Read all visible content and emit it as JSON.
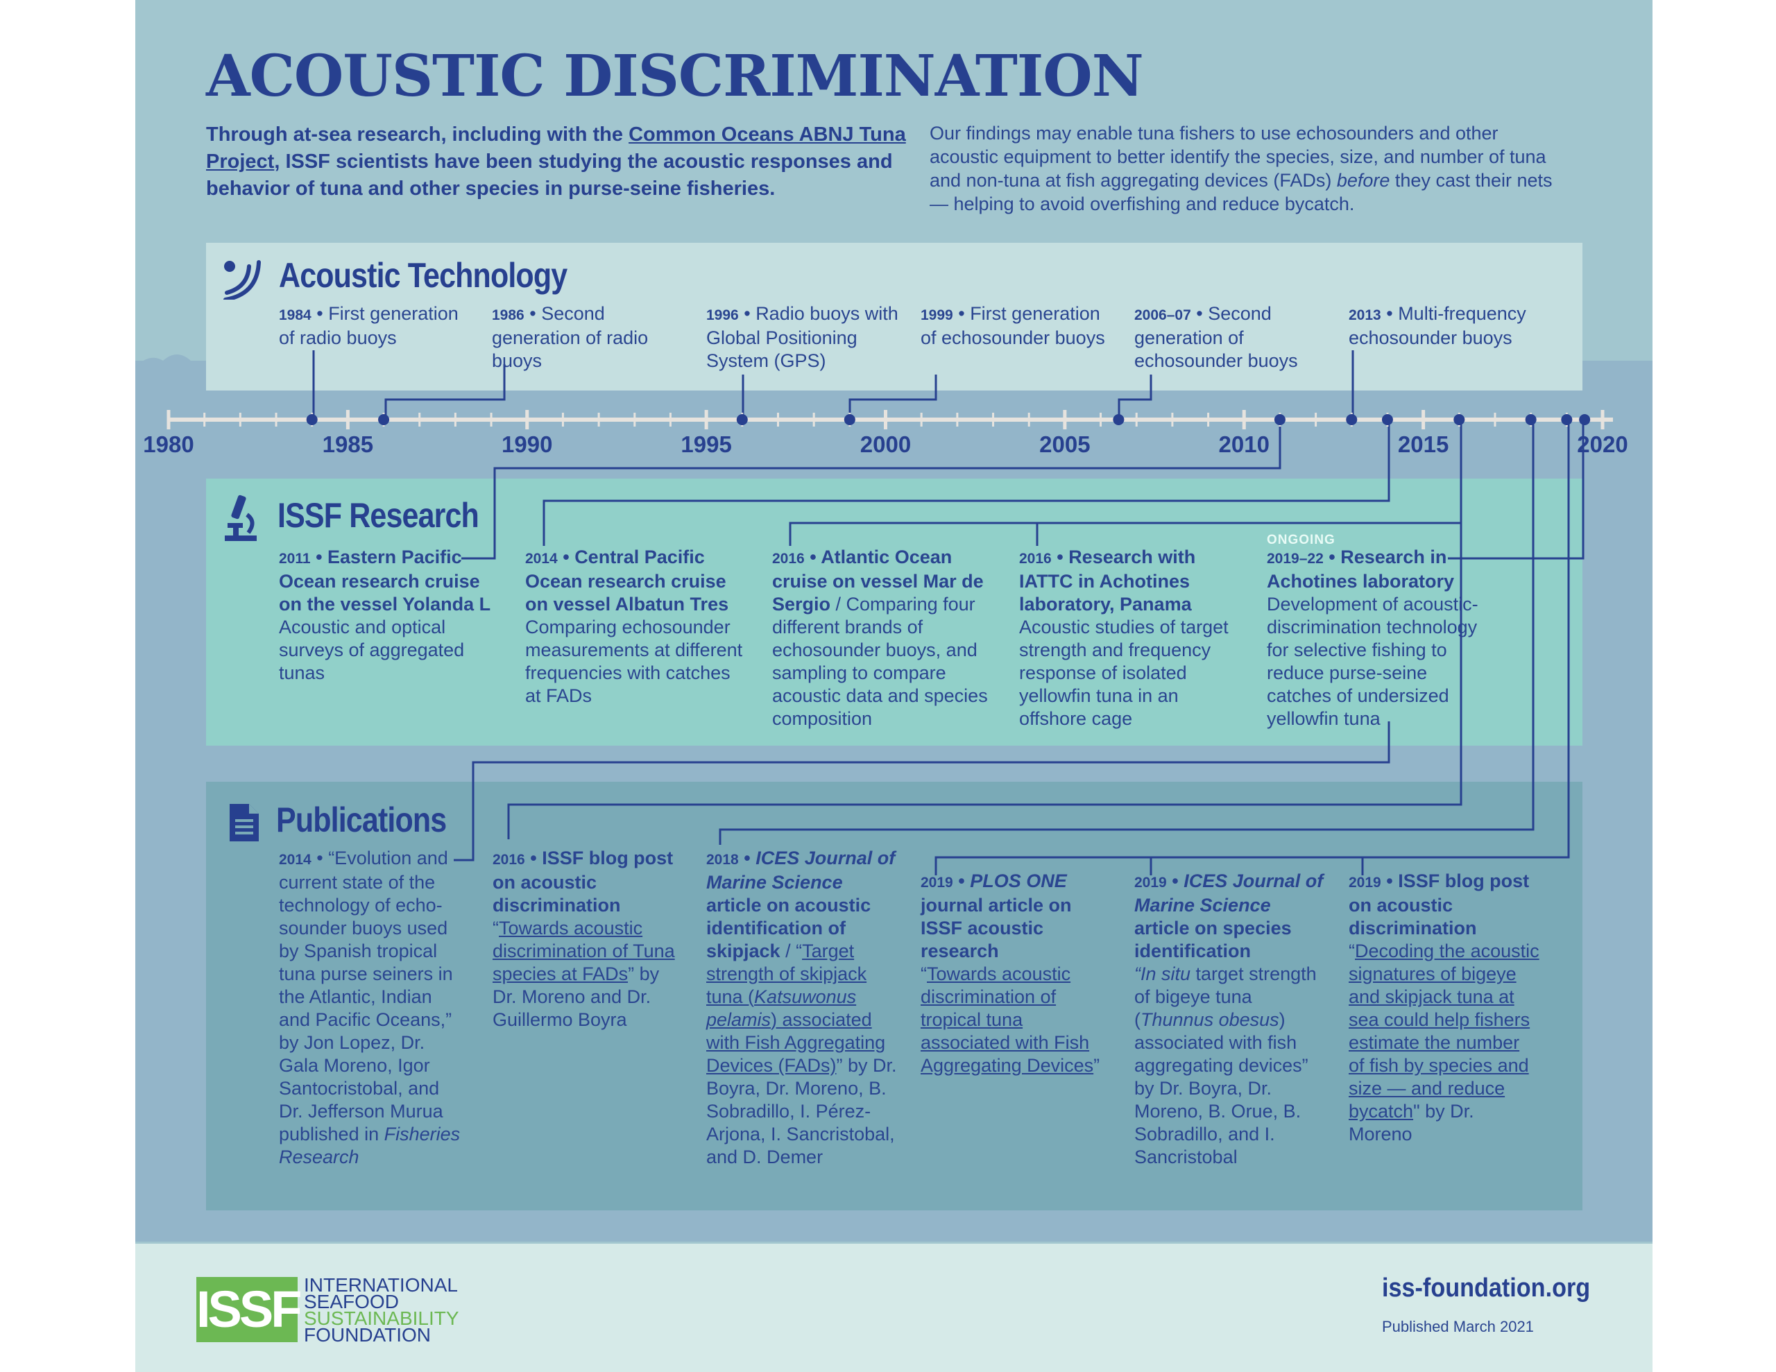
{
  "title": "ACOUSTIC DISCRIMINATION",
  "intro": {
    "left_before": "Through at-sea research, including with the ",
    "left_link": "Common Oceans ABNJ Tuna Project",
    "left_after": ", ISSF scientists have been studying the acoustic responses and behavior of tuna and other species in purse-seine fisheries.",
    "right_before": "Our findings may enable tuna fishers to use echosounders and other acoustic equipment to better identify the species, size, and number of tuna and non-tuna at fish aggregating devices (FADs) ",
    "right_italic": "before",
    "right_after": " they cast their nets — helping to avoid overfishing and reduce bycatch."
  },
  "colors": {
    "primary": "#27408f",
    "background": "#a2c6cf",
    "tech_panel": "#c5dfe0",
    "research_panel": "#91d0c9",
    "pub_panel": "#7aaab7",
    "axis": "#e6e3de",
    "logo_green": "#6cb853"
  },
  "timeline": {
    "start": 1980,
    "end": 2020,
    "labels": [
      "1980",
      "1985",
      "1990",
      "1995",
      "2000",
      "2005",
      "2010",
      "2015",
      "2020"
    ]
  },
  "tech": {
    "title": "Acoustic Technology",
    "icon": "acoustic-waves-icon",
    "items": [
      {
        "year": "1984",
        "text": "First generation of radio buoys",
        "point": 1984
      },
      {
        "year": "1986",
        "text": "Second generation of radio buoys",
        "point": 1986
      },
      {
        "year": "1996",
        "text": "Radio buoys with Global Positioning System (GPS)",
        "point": 1996
      },
      {
        "year": "1999",
        "text": "First generation of echosounder buoys",
        "point": 1999
      },
      {
        "year": "2006–07",
        "text": "Second generation of echosounder buoys",
        "point": 2006.5
      },
      {
        "year": "2013",
        "text": "Multi-frequency echosounder buoys",
        "point": 2013
      }
    ]
  },
  "research": {
    "title": "ISSF Research",
    "icon": "microscope-icon",
    "ongoing": "ONGOING",
    "items": [
      {
        "year": "2011",
        "heading": "Eastern Pacific Ocean research cruise on the vessel Yolanda L",
        "text": "Acoustic and optical surveys of aggregated tunas",
        "point": 2011
      },
      {
        "year": "2014",
        "heading": "Central Pacific Ocean research cruise on vessel Albatun Tres",
        "text": "Comparing echosounder measurements at different frequencies with catches at FADs",
        "point": 2014
      },
      {
        "year": "2016",
        "heading": "Atlantic Ocean cruise on vessel Mar de Sergio",
        "text": " / Comparing four different brands of echosounder buoys, and sampling to compare acoustic data and species composition",
        "point": 2016
      },
      {
        "year": "2016",
        "heading": "Research with IATTC in Achotines laboratory, Panama",
        "text": "Acoustic studies of target strength and frequency response of isolated yellowfin tuna in an offshore cage",
        "point": 2016
      },
      {
        "year": "2019–22",
        "heading": "Research in Achotines laboratory",
        "text": "Development of acoustic-discrimination technology for selective fishing to reduce purse-seine catches of undersized yellowfin tuna",
        "point": 2019.5
      }
    ]
  },
  "publications": {
    "title": "Publications",
    "icon": "document-icon",
    "items": [
      {
        "year": "2014",
        "text": "“Evolution and current state of the technology of echo-sounder buoys used by Spanish tropical tuna purse seiners in the Atlantic, Indian and Pacific Oceans,” by Jon Lopez, Dr. Gala Moreno, Igor Santocristobal, and Dr. Jefferson Murua published in ",
        "journal": "Fisheries Research"
      },
      {
        "year": "2016",
        "heading": "ISSF blog post on acoustic discrimination",
        "quote_open": "“",
        "link": "Towards acoustic discrimination of Tuna species at FADs",
        "after": "” by Dr. Moreno and Dr. Guillermo Boyra"
      },
      {
        "year": "2018",
        "heading_italic": "ICES Journal of Marine Science",
        "heading": " article on acoustic identification of skipjack",
        "sep": " / “",
        "link_a": "Target strength of skipjack tuna (",
        "link_italic": "Katsuwonus pelamis",
        "link_b": ") associated with Fish Aggregating Devices (FADs)",
        "after": "” by Dr. Boyra, Dr. Moreno, B. Sobradillo, I. Pérez-Arjona, I. Sancristobal, and D. Demer"
      },
      {
        "year": "2019",
        "heading_italic": "PLOS ONE",
        "heading": " journal article on ISSF acoustic research",
        "quote_open": "“",
        "link": "Towards acoustic discrimination of tropical tuna associated with Fish Aggregating Devices",
        "after": "”"
      },
      {
        "year": "2019",
        "heading_italic": "ICES Journal of Marine Science",
        "heading": " article on species identification",
        "intro_italic": "“In situ",
        "text_a": " target strength of bigeye tuna (",
        "text_italic": "Thunnus obesus",
        "text_b": ") associated with fish aggregating devices” by Dr. Boyra, Dr. Moreno, B. Orue, B. Sobradillo, and I. Sancristobal"
      },
      {
        "year": "2019",
        "heading": "ISSF blog post on acoustic discrimination",
        "quote_open": "“",
        "link": "Decoding the acoustic signatures of bigeye and skipjack tuna at sea could help fishers estimate the number of fish by species and size — and reduce bycatch",
        "after": "\" by Dr. Moreno"
      }
    ]
  },
  "footer": {
    "logo_mark": "ISSF",
    "logo_lines": [
      "INTERNATIONAL",
      "SEAFOOD",
      "SUSTAINABILITY",
      "FOUNDATION"
    ],
    "site": "iss-foundation.org",
    "published": "Published March 2021"
  }
}
